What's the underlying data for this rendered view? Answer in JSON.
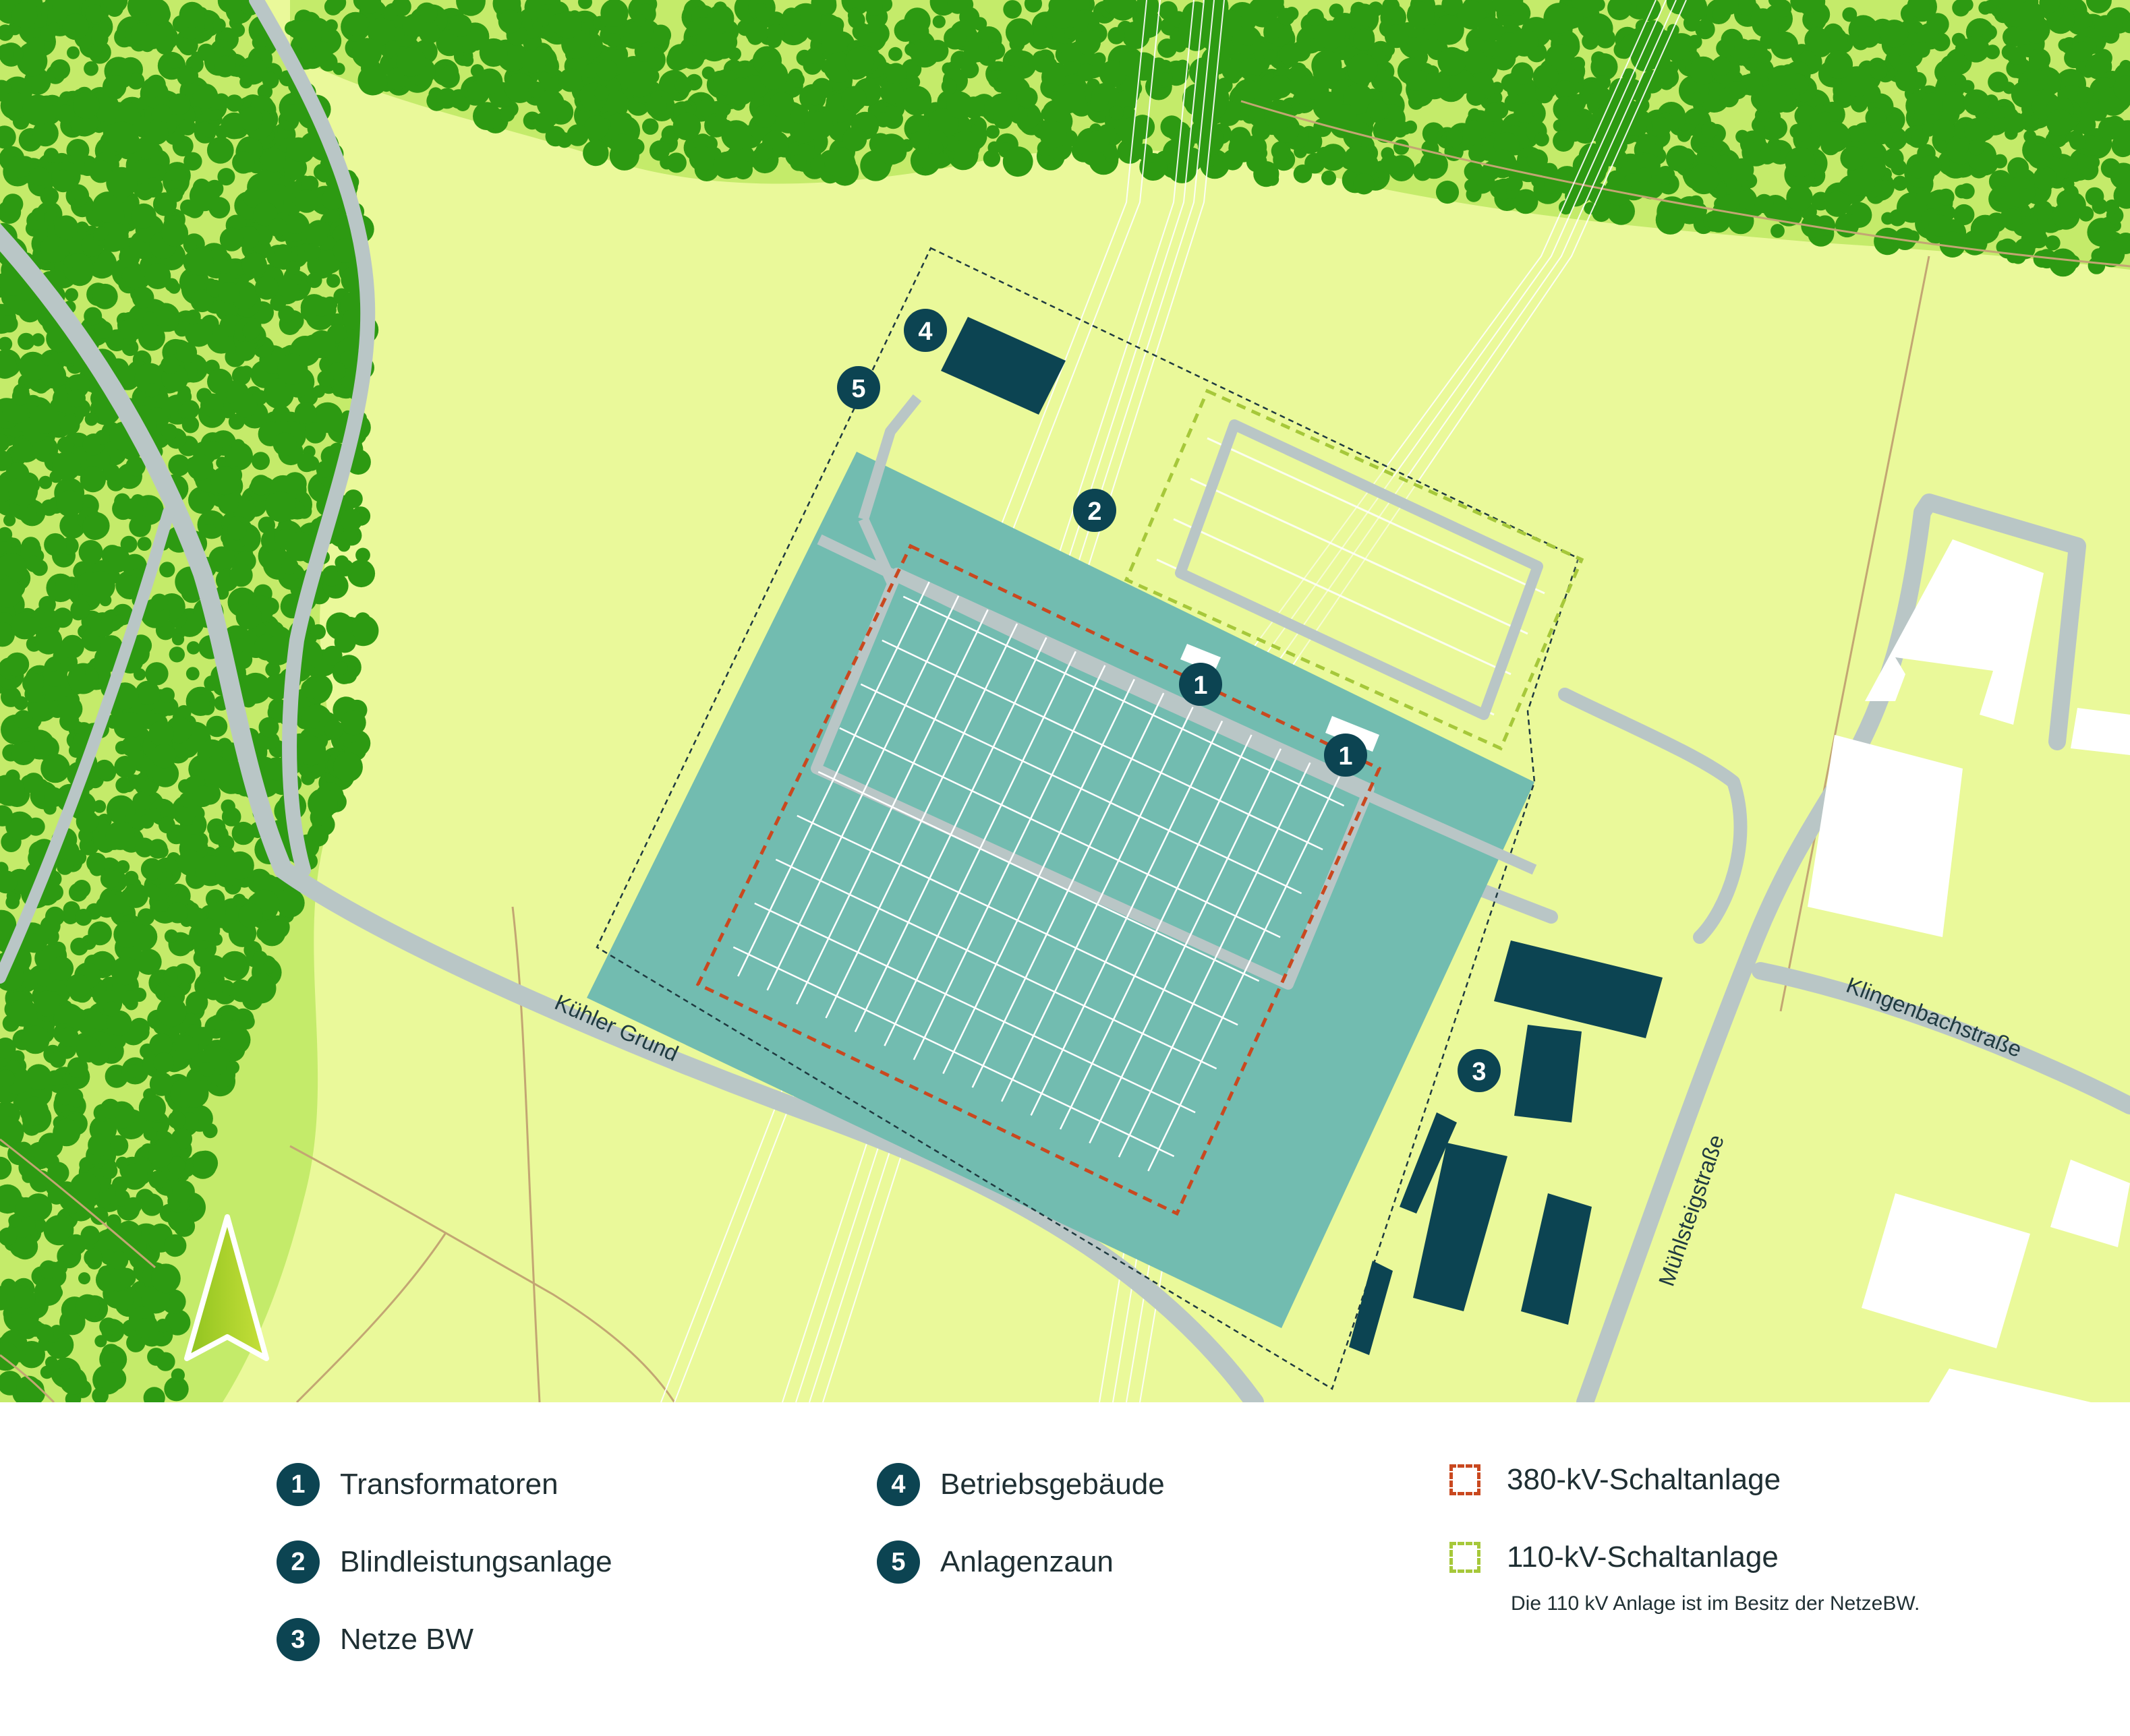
{
  "streets": {
    "kuehler_grund": "Kühler Grund",
    "klingenbach": "Klingenbachstraße",
    "muehlsteig": "Mühlsteigstraße"
  },
  "markers": {
    "transformator_a": "1",
    "transformator_b": "1",
    "blindleistung": "2",
    "netze_bw": "3",
    "betriebsgebaeude": "4",
    "anlagenzaun": "5"
  },
  "legend": {
    "items": [
      {
        "number": "1",
        "label": "Transformatoren"
      },
      {
        "number": "2",
        "label": "Blindleistungsanlage"
      },
      {
        "number": "3",
        "label": "Netze BW"
      },
      {
        "number": "4",
        "label": "Betriebsgebäude"
      },
      {
        "number": "5",
        "label": "Anlagenzaun"
      }
    ],
    "swatches": [
      {
        "label": "380-kV-Schaltanlage",
        "color": "#c9481f"
      },
      {
        "label": "110-kV-Schaltanlage",
        "color": "#a6c83a"
      }
    ],
    "note": "Die 110 kV Anlage ist im Besitz der NetzeBW."
  },
  "icons": {
    "north_arrow": "north-arrow-icon"
  },
  "colors": {
    "meadow": "#eaf99a",
    "forest_bg": "#c4eb6a",
    "tree": "#2d9a12",
    "site": "#72bcb0",
    "road": "#b9c6c6",
    "building_dark": "#0c4452",
    "building_white": "#ffffff",
    "field_line": "#c3a673"
  }
}
